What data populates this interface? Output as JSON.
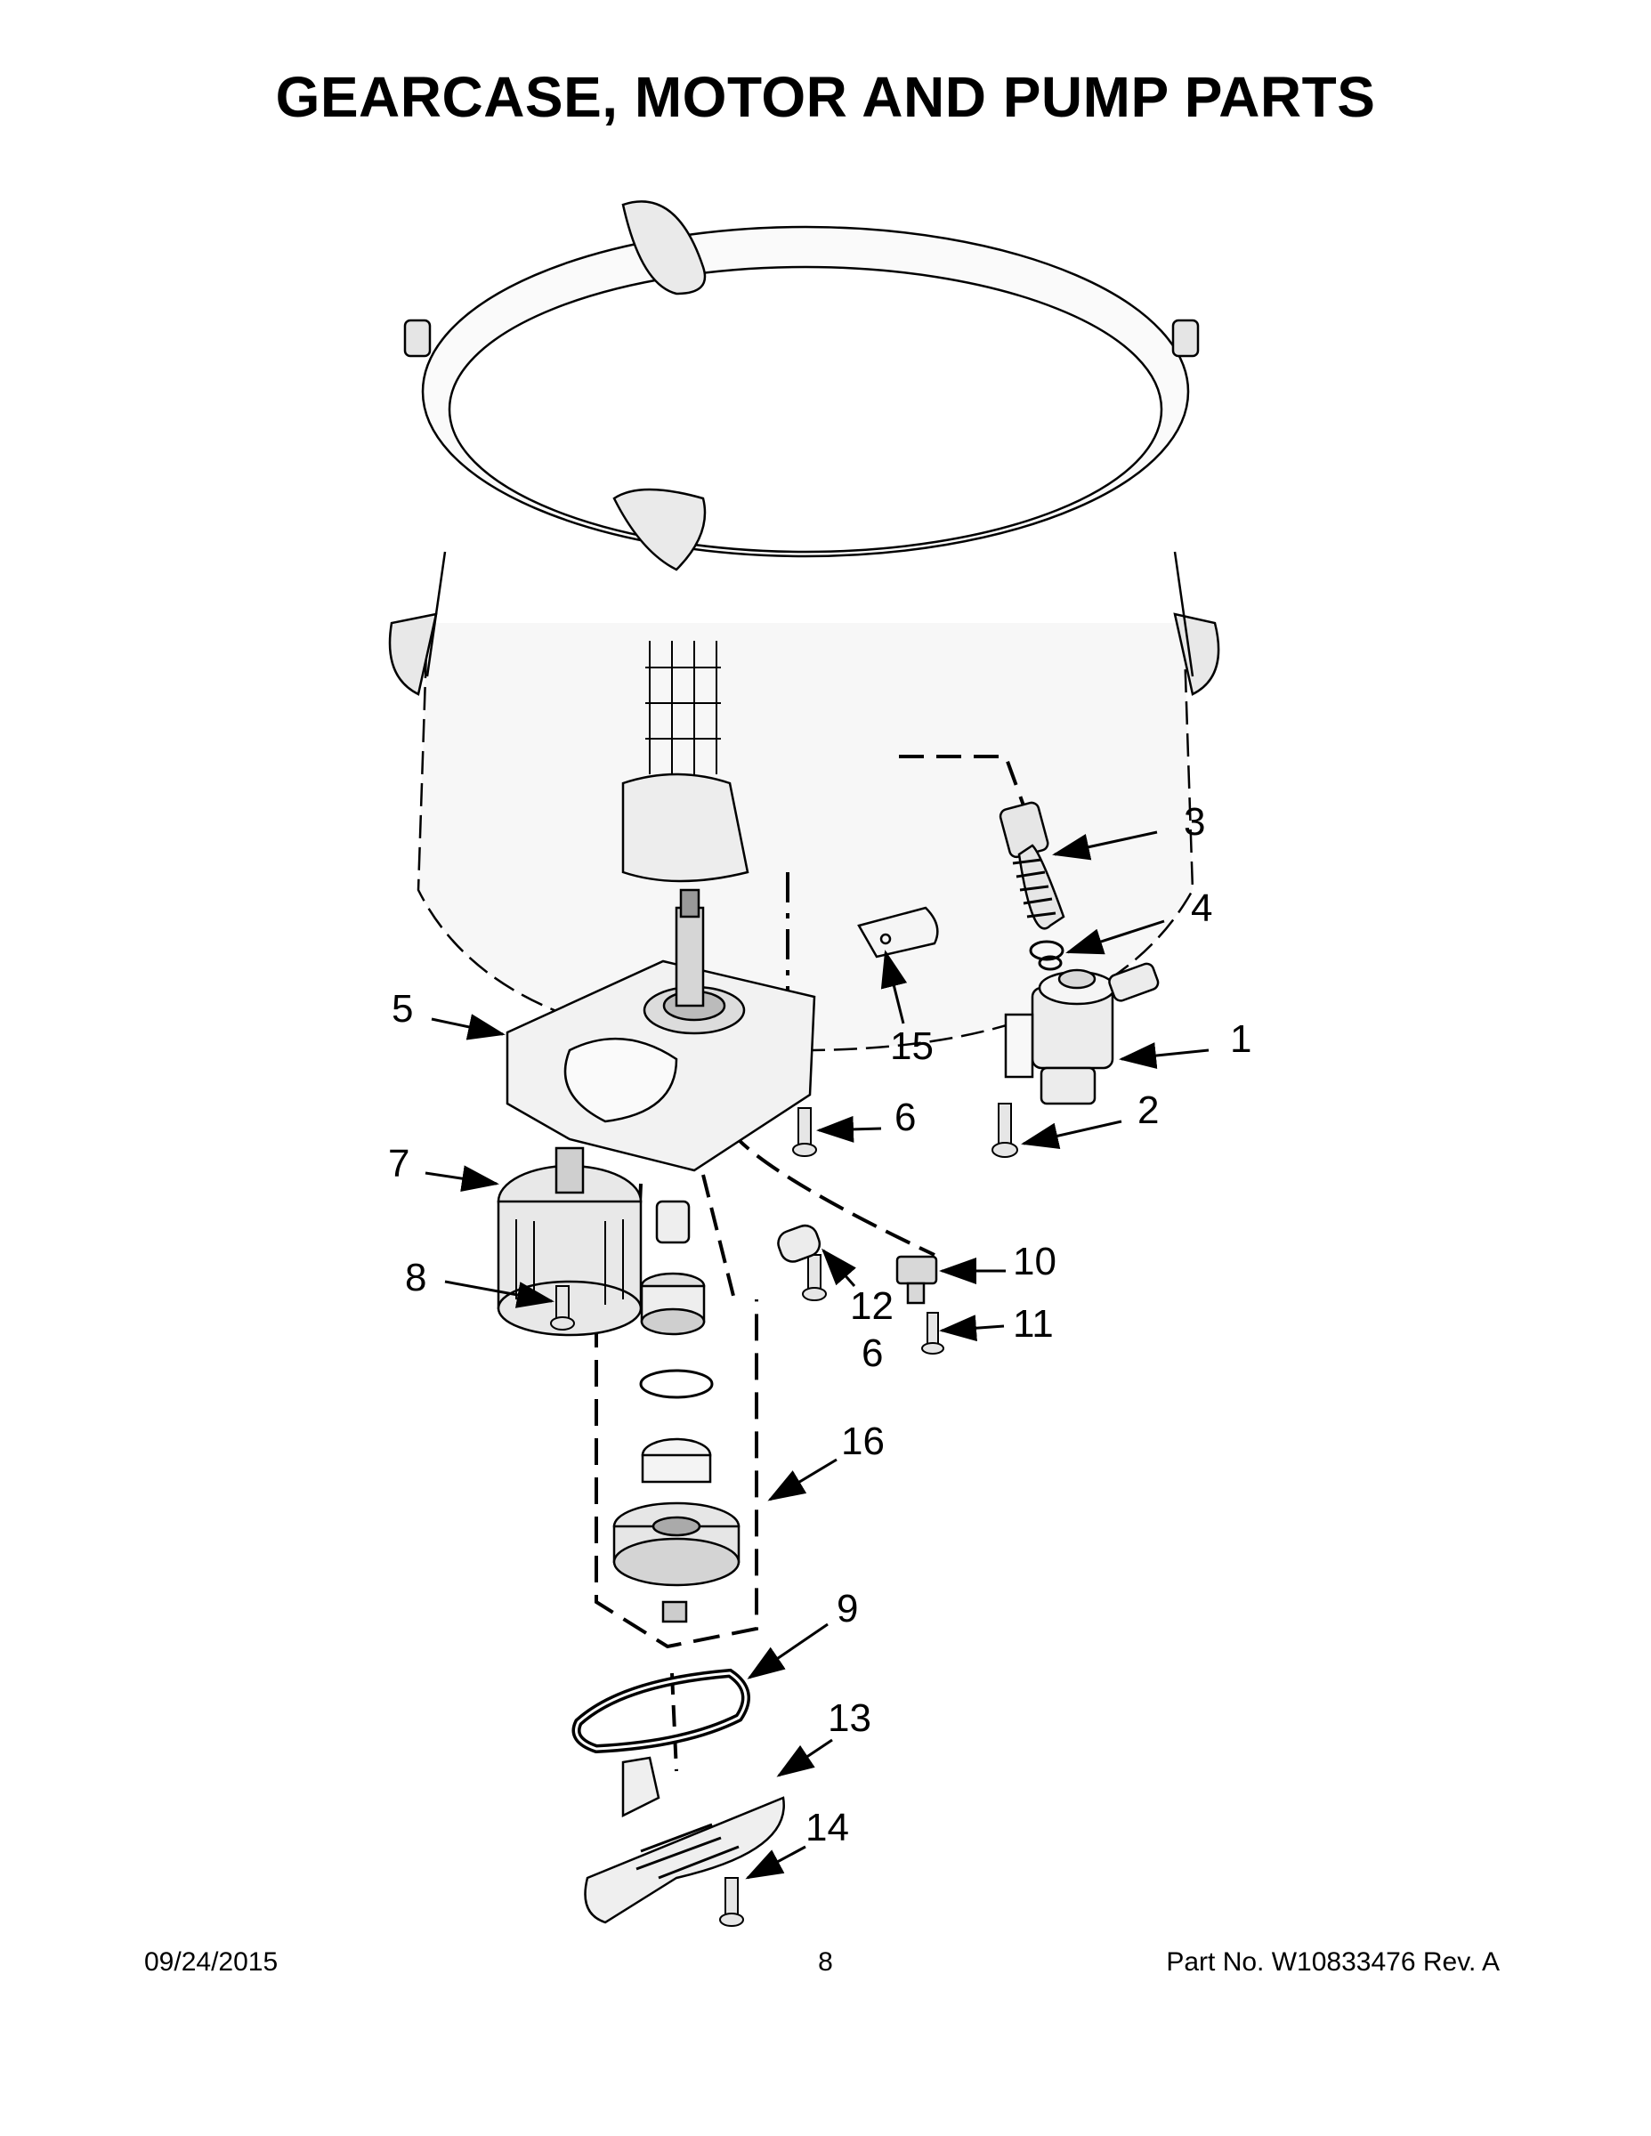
{
  "title": "GEARCASE, MOTOR AND PUMP PARTS",
  "callouts": {
    "c1": "1",
    "c2": "2",
    "c3": "3",
    "c4": "4",
    "c5": "5",
    "c6a": "6",
    "c6b": "6",
    "c7": "7",
    "c8": "8",
    "c9": "9",
    "c10": "10",
    "c11": "11",
    "c12": "12",
    "c13": "13",
    "c14": "14",
    "c15": "15",
    "c16": "16"
  },
  "footer": {
    "date": "09/24/2015",
    "page": "8",
    "part": "Part No.  W10833476  Rev.  A"
  }
}
